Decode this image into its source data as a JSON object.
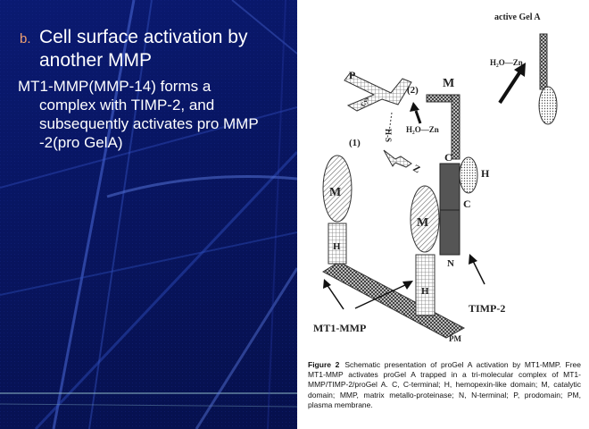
{
  "slide": {
    "bullet_marker": "b.",
    "bullet_line1": "Cell surface activation by",
    "bullet_line2": "another MMP",
    "body_line1": "MT1-MMP(MMP-14) forms a",
    "body_line2": "complex with TIMP-2, and",
    "body_line3": "subsequently activates pro MMP",
    "body_line4": "-2(pro GelA)"
  },
  "diagram": {
    "active_gel_label": "active Gel A",
    "h2o_zn_top": "H₂O—Zn",
    "p_label": "P",
    "step2_label": "(2)",
    "step1_label": "(1)",
    "m_top_label": "M",
    "h2o_zn_mid": "H₂O—Zn",
    "cys_label": "Cys",
    "hs_label": "H-S",
    "zn_label": "Z",
    "c_top_label": "C",
    "c_bottom_label": "C",
    "h_right_label": "H",
    "m_left_label": "M",
    "h_left_label": "H",
    "m_mid_label": "M",
    "h_mid_label": "H",
    "n_label": "N",
    "mt1_label": "MT1-MMP",
    "timp_label": "TIMP-2",
    "pm_label": "PM"
  },
  "caption": {
    "figure_label": "Figure 2",
    "text": "Schematic presentation of proGel A activation by MT1-MMP. Free MT1-MMP activates proGel A trapped in a tri-molecular complex of MT1-MMP/TIMP-2/proGel A. C, C-terminal; H, hemopexin-like domain; M, catalytic domain; MMP, matrix metallo-proteinase; N, N-terminal; P, prodomain; PM, plasma membrane."
  },
  "colors": {
    "slide_bg": "#081560",
    "bullet_marker": "#f0a070",
    "body_text": "#ffffff"
  }
}
